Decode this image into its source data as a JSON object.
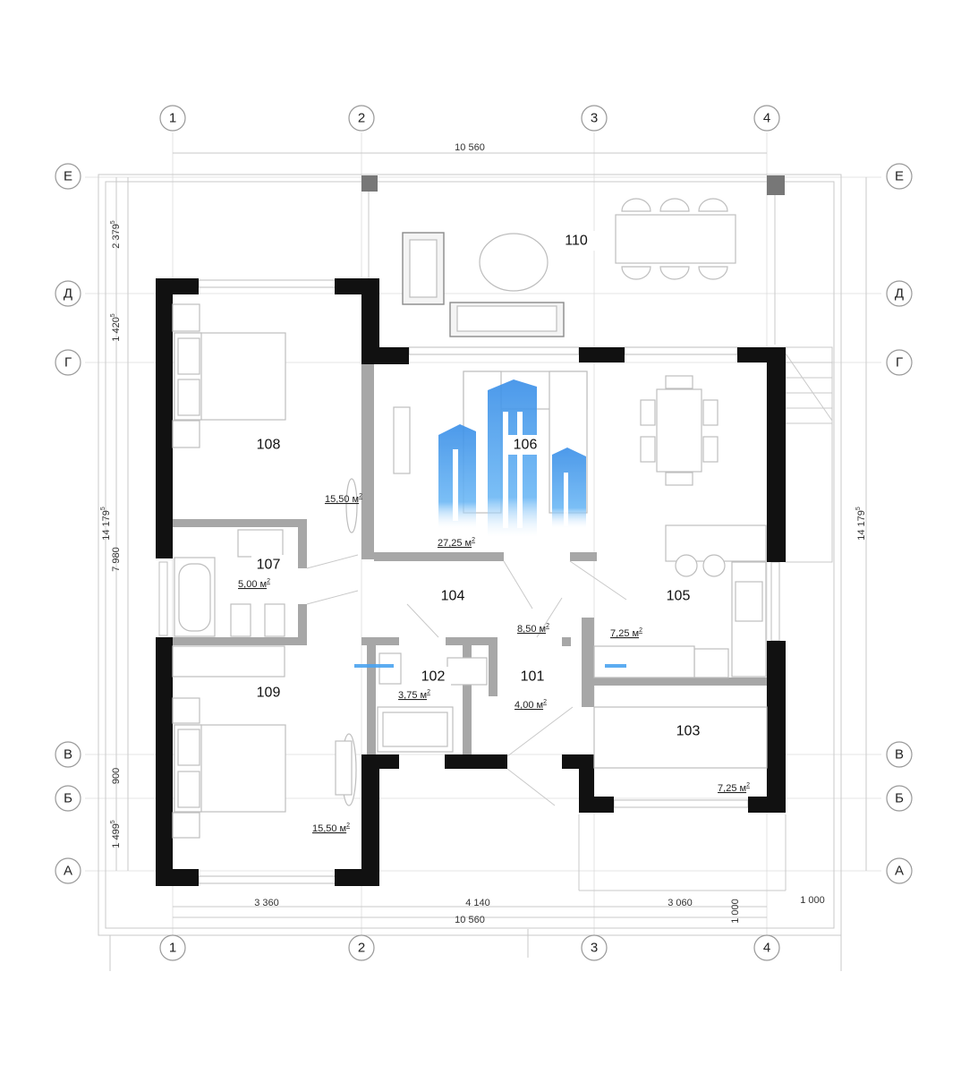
{
  "axes": {
    "columns": [
      "1",
      "2",
      "3",
      "4"
    ],
    "rows": [
      "Е",
      "Д",
      "Г",
      "В",
      "Б",
      "А"
    ]
  },
  "dimensions": {
    "top_total": "10 560",
    "bottom_total": "10 560",
    "bottom_segments": [
      "3 360",
      "4 140",
      "3 060"
    ],
    "bottom_extra": "1 000",
    "bottom_extra_vertical": "1 000",
    "left_total": "14 179",
    "left_total_sup": "5",
    "right_total": "14 179",
    "right_total_sup": "5",
    "left_segments": [
      {
        "value": "2 379",
        "sup": "5"
      },
      {
        "value": "1 420",
        "sup": "5"
      },
      {
        "value": "7 980",
        "sup": ""
      },
      {
        "value": "900",
        "sup": ""
      },
      {
        "value": "1 499",
        "sup": "5"
      }
    ]
  },
  "rooms": {
    "r101": {
      "number": "101",
      "area": "4,00 м",
      "sup": "2"
    },
    "r102": {
      "number": "102",
      "area": "3,75 м",
      "sup": "2"
    },
    "r103": {
      "number": "103",
      "area": "7,25 м",
      "sup": "2"
    },
    "r104": {
      "number": "104",
      "area": "8,50 м",
      "sup": "2"
    },
    "r105": {
      "number": "105",
      "area": "7,25 м",
      "sup": "2"
    },
    "r106": {
      "number": "106",
      "area": "27,25 м",
      "sup": "2"
    },
    "r107": {
      "number": "107",
      "area": "5,00 м",
      "sup": "2"
    },
    "r108": {
      "number": "108",
      "area": "15,50 м",
      "sup": "2"
    },
    "r109": {
      "number": "109",
      "area": "15,50 м",
      "sup": "2"
    },
    "r110": {
      "number": "110"
    }
  },
  "colors": {
    "walls": "#111111",
    "partitions": "#a7a7a7",
    "watermark": "#4aa3f0",
    "lines": "#c9c9c9"
  }
}
